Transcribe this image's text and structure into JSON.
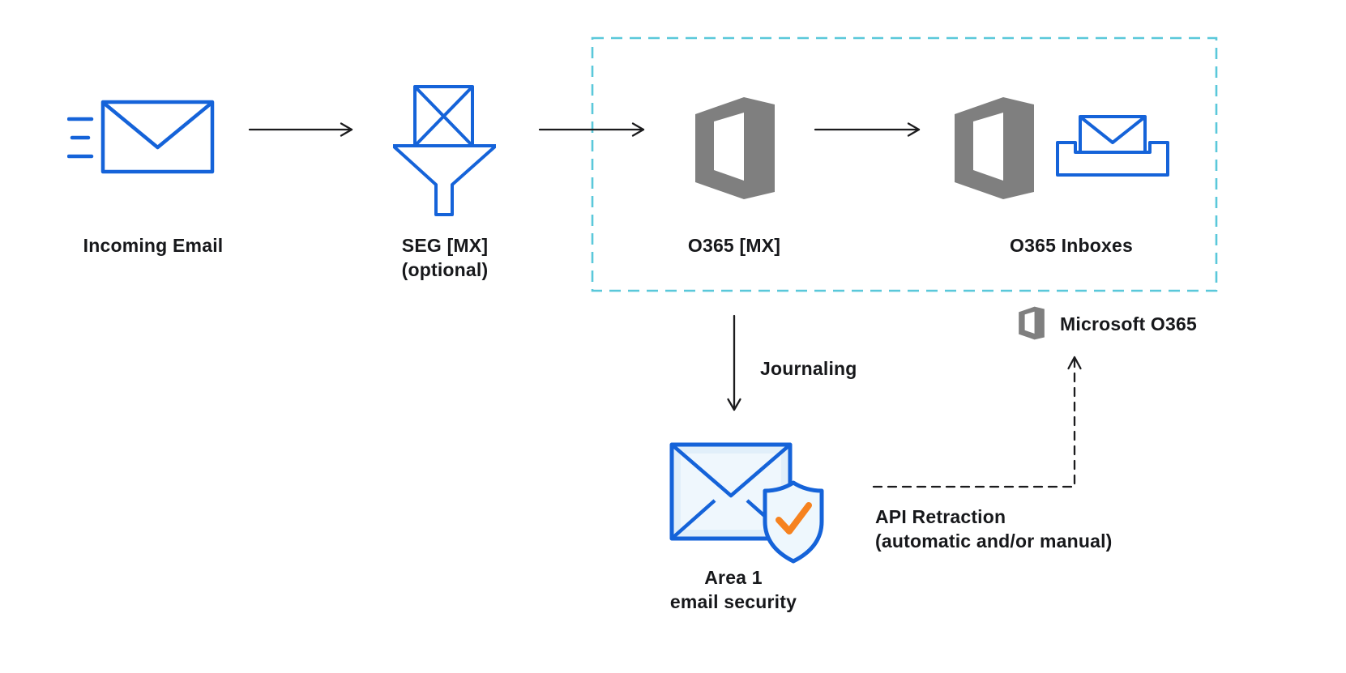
{
  "diagram": {
    "description": "Email flow diagram: incoming email through optional SEG to Microsoft O365 with Area 1 journaling and API retraction"
  },
  "colors": {
    "blue": "#1563d9",
    "gray": "#7f7f7f",
    "teal": "#5ac8da",
    "orange": "#f6821f",
    "light_blue_fill": "#e1effa",
    "arrow": "#1b1b1d",
    "text": "#17181b"
  },
  "nodes": {
    "incoming_email": {
      "label": "Incoming Email",
      "icon": "speeding-envelope-icon"
    },
    "seg": {
      "label": "SEG [MX]",
      "sublabel": "(optional)",
      "icon": "funnel-envelope-icon"
    },
    "o365_mx": {
      "label": "O365 [MX]",
      "icon": "office365-logo-icon"
    },
    "o365_inboxes": {
      "label": "O365 Inboxes",
      "icons": [
        "office365-logo-icon",
        "inbox-tray-envelope-icon"
      ]
    },
    "area1": {
      "label": "Area 1",
      "sublabel": "email security",
      "icon": "envelope-shield-check-icon"
    }
  },
  "boundary": {
    "legend_label": "Microsoft O365",
    "legend_icon": "office365-logo-icon",
    "style": "dashed-teal-box"
  },
  "edges": [
    {
      "from": "incoming_email",
      "to": "seg",
      "style": "solid-arrow"
    },
    {
      "from": "seg",
      "to": "o365_mx",
      "style": "solid-arrow"
    },
    {
      "from": "o365_mx",
      "to": "o365_inboxes",
      "style": "solid-arrow"
    },
    {
      "from": "o365_mx",
      "to": "area1",
      "label": "Journaling",
      "style": "solid-arrow"
    },
    {
      "from": "area1",
      "to": "microsoft_o365",
      "label": "API Retraction",
      "sublabel": "(automatic and/or manual)",
      "style": "dashed-arrow"
    }
  ]
}
